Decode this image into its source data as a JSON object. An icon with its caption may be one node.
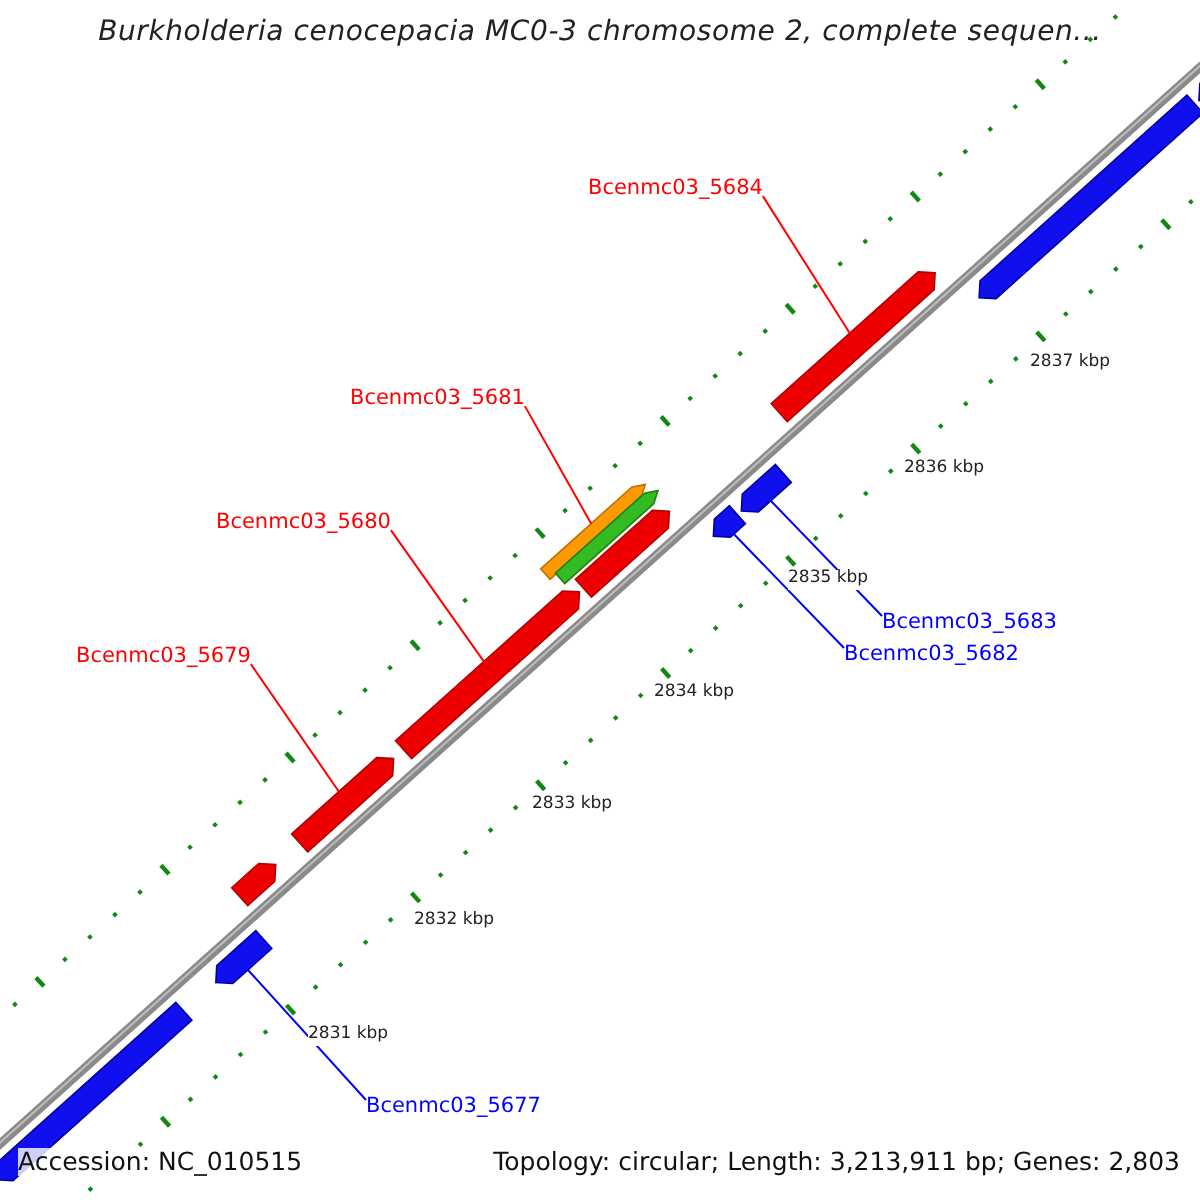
{
  "diagram": {
    "title": "Burkholderia cenocepacia MC0-3 chromosome 2, complete sequen...",
    "nodes": [
      {
        "text": [
          "Bcenmc03_5684"
        ]
      },
      {
        "text": [
          "Bcenmc03_5681"
        ]
      },
      {
        "text": [
          "Bcenmc03_5680"
        ]
      },
      {
        "text": [
          "Bcenmc03_5679"
        ]
      },
      {
        "text": [
          "Bcenmc03_5683"
        ]
      },
      {
        "text": [
          "Bcenmc03_5682"
        ]
      },
      {
        "text": [
          "Bcenmc03_5677"
        ]
      },
      {
        "text": [],
        "shape": "arrow"
      },
      {
        "text": [],
        "shape": "arrow"
      },
      {
        "text": [],
        "shape": "arrow"
      },
      {
        "text": [],
        "shape": "arrow"
      },
      {
        "text": [],
        "shape": "arrow"
      },
      {
        "text": [],
        "shape": "arrow"
      },
      {
        "text": [],
        "shape": "arrow"
      },
      {
        "text": [],
        "shape": "arrow"
      },
      {
        "text": [],
        "shape": "arrow"
      },
      {
        "text": [],
        "shape": "arrow"
      },
      {
        "text": [],
        "shape": "arrow"
      },
      {
        "text": [],
        "shape": "arrow"
      },
      {
        "text": [],
        "shape": "arrow"
      }
    ],
    "edges": [
      {
        "from": 0,
        "to": 9,
        "arrow": "none"
      },
      {
        "from": 1,
        "to": 11,
        "arrow": "none"
      },
      {
        "from": 2,
        "to": 15,
        "arrow": "none"
      },
      {
        "from": 3,
        "to": 16,
        "arrow": "none"
      },
      {
        "from": 4,
        "to": 10,
        "arrow": "none",
        "color": "#0000ff"
      },
      {
        "from": 5,
        "to": 13,
        "arrow": "none",
        "color": "#0000ff"
      },
      {
        "from": 6,
        "to": 18,
        "arrow": "none",
        "color": "#0000ff"
      }
    ],
    "labels": [
      "2837 kbp",
      "2836 kbp",
      "2835 kbp",
      "2834 kbp",
      "2833 kbp",
      "2832 kbp",
      "2831 kbp",
      "Accession: NC_010515",
      "Topology: circular; Length: 3,213,911 bp; Genes: 2,803"
    ]
  }
}
